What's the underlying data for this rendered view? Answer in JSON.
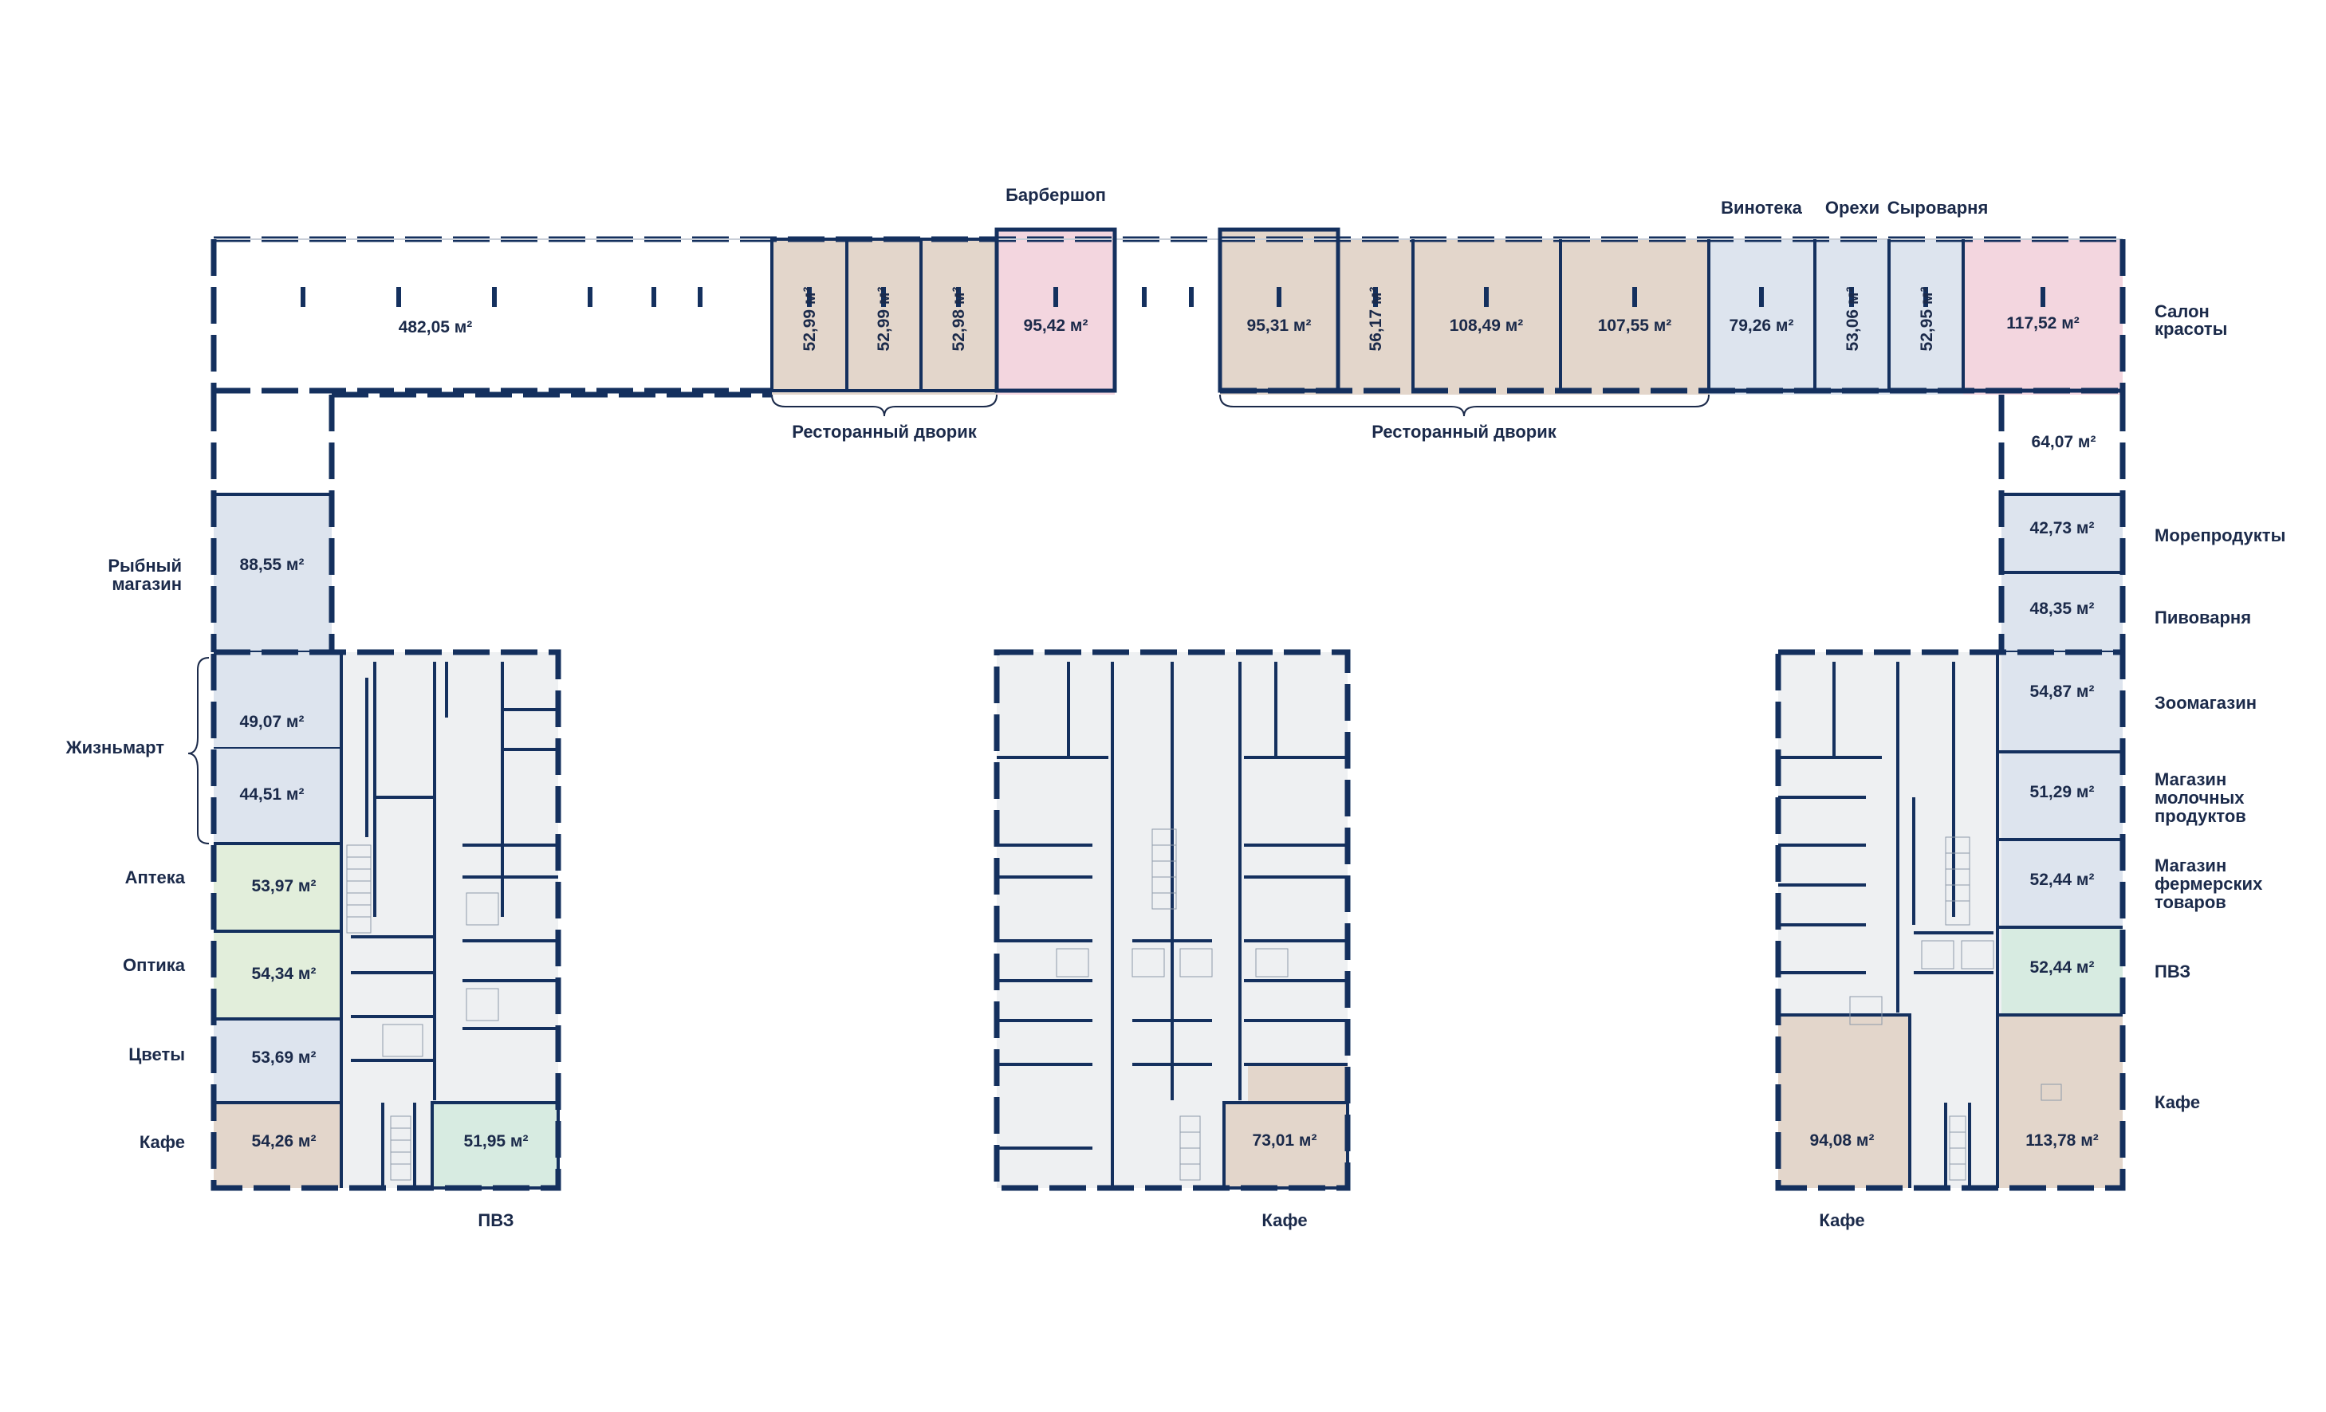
{
  "colors": {
    "wall": "#14305e",
    "line": "#1b2a4a",
    "tan": "#e3d6cb",
    "pink": "#f3d6df",
    "blue": "#dde4ee",
    "green": "#e2eedb",
    "mint": "#d7ebe1",
    "gray": "#eef0f2",
    "gold": "#f2d77b"
  },
  "units": [
    {
      "area": "482,05 м²"
    },
    {
      "area": "52,99 м²"
    },
    {
      "area": "52,99 м²"
    },
    {
      "area": "52,98 м²"
    },
    {
      "area": "95,42 м²"
    },
    {
      "area": "95,31 м²"
    },
    {
      "area": "56,17 м²"
    },
    {
      "area": "108,49 м²"
    },
    {
      "area": "107,55 м²"
    },
    {
      "area": "79,26 м²"
    },
    {
      "area": "53,06 м²"
    },
    {
      "area": "52,95 м²"
    },
    {
      "area": "117,52 м²"
    },
    {
      "area": "64,07 м²"
    },
    {
      "area": "42,73 м²"
    },
    {
      "area": "48,35 м²"
    },
    {
      "area": "54,87 м²"
    },
    {
      "area": "51,29 м²"
    },
    {
      "area": "52,44 м²"
    },
    {
      "area": "52,44 м²"
    },
    {
      "area": "113,78 м²"
    },
    {
      "area": "94,08 м²"
    },
    {
      "area": "73,01 м²"
    },
    {
      "area": "88,55 м²"
    },
    {
      "area": "49,07 м²"
    },
    {
      "area": "44,51 м²"
    },
    {
      "area": "53,97 м²"
    },
    {
      "area": "54,34 м²"
    },
    {
      "area": "53,69 м²"
    },
    {
      "area": "54,26 м²"
    },
    {
      "area": "51,95 м²"
    }
  ],
  "labels": [
    {
      "text": "Барбершоп"
    },
    {
      "text": "Винотека"
    },
    {
      "text": "Орехи"
    },
    {
      "text": "Сыроварня"
    },
    {
      "text": "Салон"
    },
    {
      "text": "красоты"
    },
    {
      "text": "Ресторанный дворик"
    },
    {
      "text": "Ресторанный дворик"
    },
    {
      "text": "Морепродукты"
    },
    {
      "text": "Пивоварня"
    },
    {
      "text": "Зоомагазин"
    },
    {
      "text": "Магазин"
    },
    {
      "text": "молочных"
    },
    {
      "text": "продуктов"
    },
    {
      "text": "Магазин"
    },
    {
      "text": "фермерских"
    },
    {
      "text": "товаров"
    },
    {
      "text": "ПВЗ"
    },
    {
      "text": "Кафе"
    },
    {
      "text": "Рыбный"
    },
    {
      "text": "магазин"
    },
    {
      "text": "Жизньмарт"
    },
    {
      "text": "Аптека"
    },
    {
      "text": "Оптика"
    },
    {
      "text": "Цветы"
    },
    {
      "text": "Кафе"
    },
    {
      "text": "ПВЗ"
    },
    {
      "text": "Кафе"
    },
    {
      "text": "Кафе"
    }
  ]
}
